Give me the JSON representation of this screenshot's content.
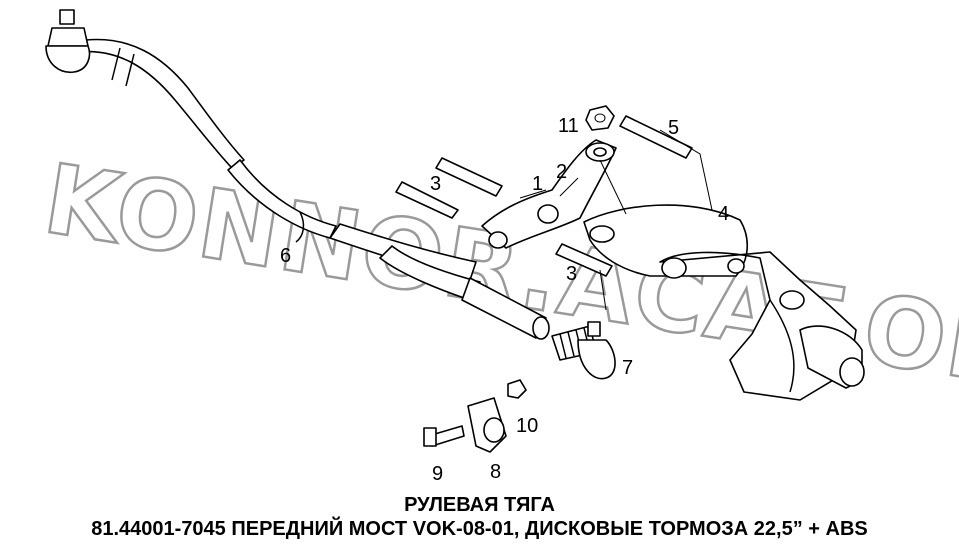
{
  "watermark": "KONNOR.ACAT.ONLINE",
  "title": "РУЛЕВАЯ ТЯГА",
  "subtitle": "81.44001-7045 ПЕРЕДНИЙ МОСТ VOK-08-01, ДИСКОВЫЕ ТОРМОЗА 22,5” + ABS",
  "callouts": [
    "1",
    "2",
    "3",
    "3",
    "4",
    "5",
    "6",
    "7",
    "8",
    "9",
    "10",
    "11"
  ]
}
